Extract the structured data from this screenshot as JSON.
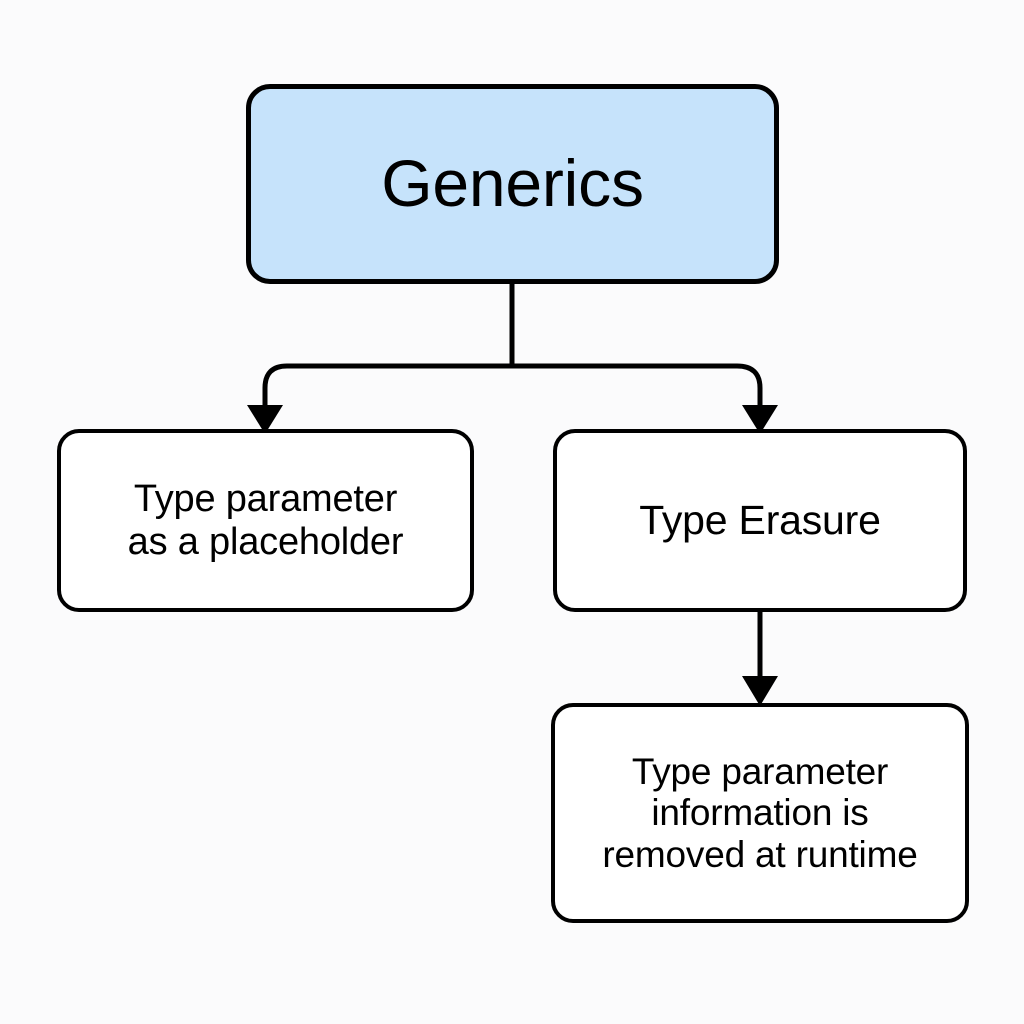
{
  "diagram": {
    "title": "Generics",
    "background_color": "#fbfbfc",
    "edge_color": "#000000",
    "nodes": {
      "root": {
        "label": "Generics",
        "fill": "#c6e3fb",
        "stroke": "#000000"
      },
      "left_child": {
        "label": "Type parameter\nas a placeholder",
        "fill": "#ffffff",
        "stroke": "#000000"
      },
      "right_child": {
        "label": "Type Erasure",
        "fill": "#ffffff",
        "stroke": "#000000"
      },
      "leaf": {
        "label": "Type parameter\ninformation is\nremoved at runtime",
        "fill": "#ffffff",
        "stroke": "#000000"
      }
    },
    "edges": [
      {
        "from": "root",
        "to": "left_child",
        "style": "elbow-arrow"
      },
      {
        "from": "root",
        "to": "right_child",
        "style": "elbow-arrow"
      },
      {
        "from": "right_child",
        "to": "leaf",
        "style": "straight-arrow"
      }
    ]
  }
}
